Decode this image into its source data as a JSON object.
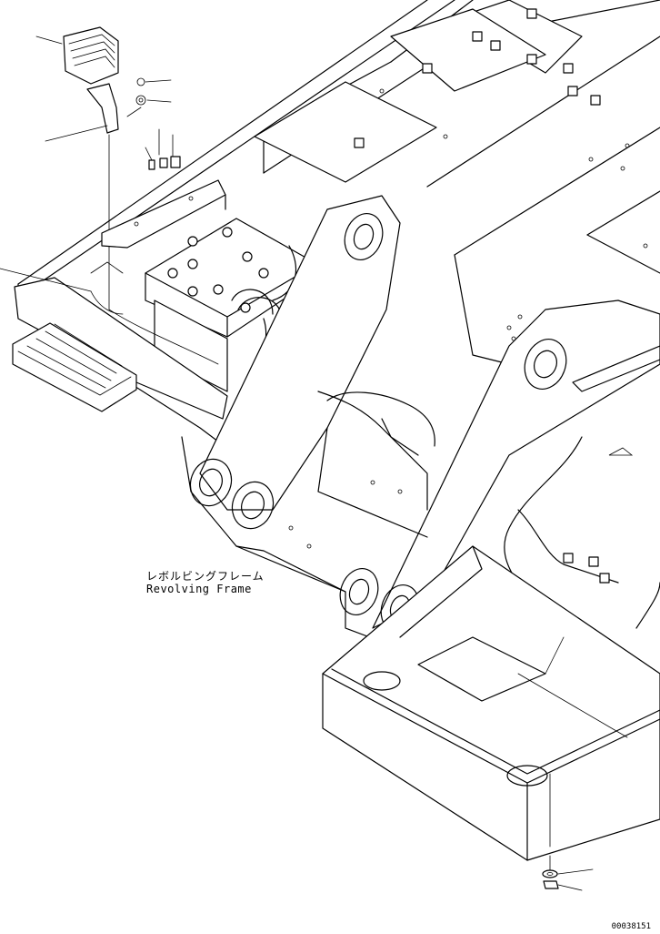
{
  "label": {
    "frame_jp": "レボルビングフレーム",
    "frame_en": "Revolving Frame"
  },
  "drawing_number": "00038151"
}
